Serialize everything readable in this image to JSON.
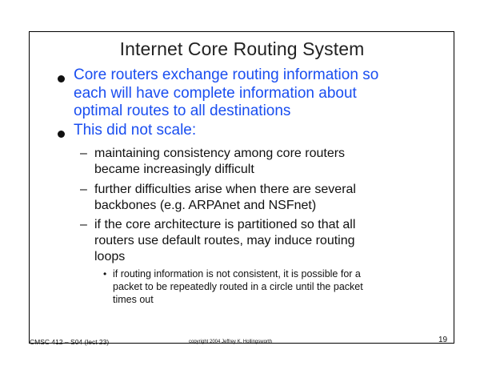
{
  "slide": {
    "title": "Internet Core Routing System",
    "bullets": [
      {
        "lines": [
          "Core routers exchange routing information so",
          "each will have complete information about",
          "optimal routes to all destinations"
        ]
      },
      {
        "lines": [
          "This did not scale:"
        ],
        "sub": [
          {
            "marker": "–",
            "lines": [
              "maintaining  consistency among core routers",
              "became increasingly difficult"
            ]
          },
          {
            "marker": "–",
            "lines": [
              "further difficulties arise when there are several",
              "backbones (e.g. ARPAnet and NSFnet)"
            ]
          },
          {
            "marker": "–",
            "lines": [
              "if the core architecture is partitioned so that all",
              "routers use default routes, may induce routing",
              "loops"
            ],
            "sub": [
              {
                "marker": "•",
                "lines": [
                  "if routing information is not consistent, it is possible for a",
                  "packet to be repeatedly routed in a circle until the packet",
                  "times out"
                ]
              }
            ]
          }
        ]
      }
    ]
  },
  "footer": {
    "left": "CMSC 412 – S04 (lect 23)",
    "center": "copyright  2004 Jeffrey K. Hollingsworth",
    "page": "19"
  },
  "colors": {
    "bullet_text": "#1a4ef0",
    "body_text": "#111111"
  }
}
